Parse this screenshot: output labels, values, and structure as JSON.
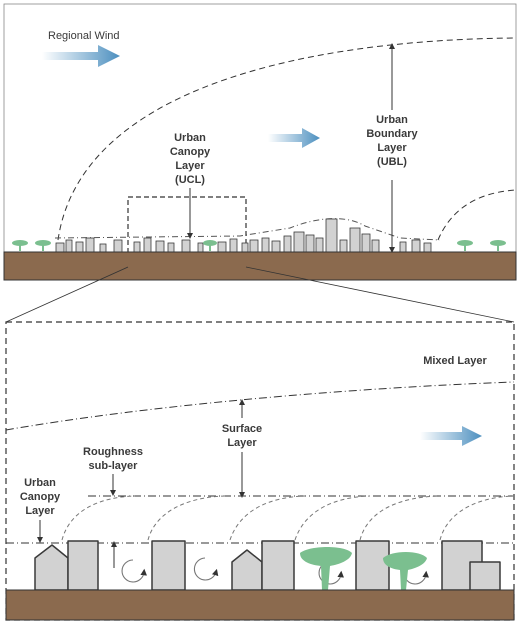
{
  "labels": {
    "regional_wind": "Regional Wind",
    "ucl_top": [
      "Urban",
      "Canopy",
      "Layer",
      "(UCL)"
    ],
    "ubl": [
      "Urban",
      "Boundary",
      "Layer",
      "(UBL)"
    ],
    "mixed_layer": "Mixed Layer",
    "surface_layer": [
      "Surface",
      "Layer"
    ],
    "roughness": [
      "Roughness",
      "sub-layer"
    ],
    "ucl_bottom": [
      "Urban",
      "Canopy",
      "Layer"
    ]
  },
  "colors": {
    "ground": "#8b6a4e",
    "building_fill": "#d2d2d2",
    "building_stroke": "#3a3a3a",
    "tree": "#7bbf8f",
    "wind_arrow": "#4c8fbf",
    "line": "#333333"
  }
}
